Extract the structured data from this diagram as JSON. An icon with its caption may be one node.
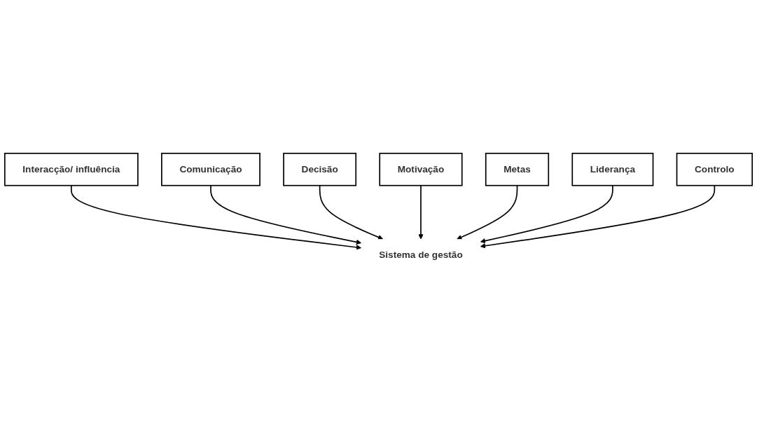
{
  "diagram": {
    "nodes": [
      {
        "text": [
          "Interacção/ influência"
        ]
      },
      {
        "text": [
          "Comunicação"
        ]
      },
      {
        "text": [
          "Decisão"
        ]
      },
      {
        "text": [
          "Motivação"
        ]
      },
      {
        "text": [
          "Metas"
        ]
      },
      {
        "text": [
          "Liderança"
        ]
      },
      {
        "text": [
          "Sistema de gestão"
        ]
      },
      {
        "text": [
          "Controlo"
        ]
      }
    ],
    "edges": [
      {
        "from": 0,
        "to": 6,
        "arrow": "to"
      },
      {
        "from": 1,
        "to": 6,
        "arrow": "to"
      },
      {
        "from": 2,
        "to": 6,
        "arrow": "to"
      },
      {
        "from": 3,
        "to": 6,
        "arrow": "to"
      },
      {
        "from": 4,
        "to": 6,
        "arrow": "to"
      },
      {
        "from": 5,
        "to": 6,
        "arrow": "to"
      },
      {
        "from": 7,
        "to": 6,
        "arrow": "to"
      }
    ]
  }
}
